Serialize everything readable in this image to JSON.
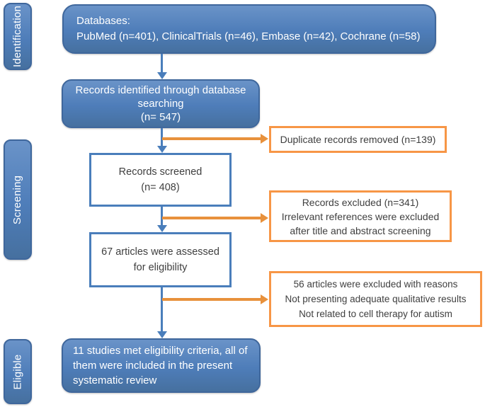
{
  "sidebar": {
    "items": [
      {
        "label": "Identification"
      },
      {
        "label": "Screening"
      },
      {
        "label": "Eligible"
      }
    ]
  },
  "flow": {
    "databases": {
      "title": "Databases:",
      "detail": "PubMed (n=401), ClinicalTrials (n=46), Embase (n=42), Cochrane (n=58)"
    },
    "identified": {
      "line1": "Records identified through database searching",
      "line2": "(n= 547)"
    },
    "screened": {
      "line1": "Records screened",
      "line2": "(n= 408)"
    },
    "assessed": {
      "line1": "67 articles were assessed",
      "line2": "for eligibility"
    },
    "included": {
      "text": "11 studies met eligibility criteria, all of them were included in the present systematic review"
    }
  },
  "exclusions": {
    "duplicates": {
      "line1": "Duplicate records removed (n=139)"
    },
    "screening_excluded": {
      "line1": "Records excluded (n=341)",
      "line2": "Irrelevant references were excluded",
      "line3": "after title and abstract screening"
    },
    "eligibility_excluded": {
      "line1": "56 articles were excluded with reasons",
      "line2": "Not presenting adequate qualitative results",
      "line3": "Not related to cell therapy for autism"
    }
  },
  "colors": {
    "box_blue": "#4f81bd",
    "box_blue_border": "#3f679c",
    "white_box_border": "#4a7ebb",
    "orange_border": "#f79646",
    "arrow_blue": "#4a7ebb",
    "arrow_orange": "#e8913c",
    "text_on_blue": "#ffffff",
    "text_dark": "#3f3f3f"
  }
}
